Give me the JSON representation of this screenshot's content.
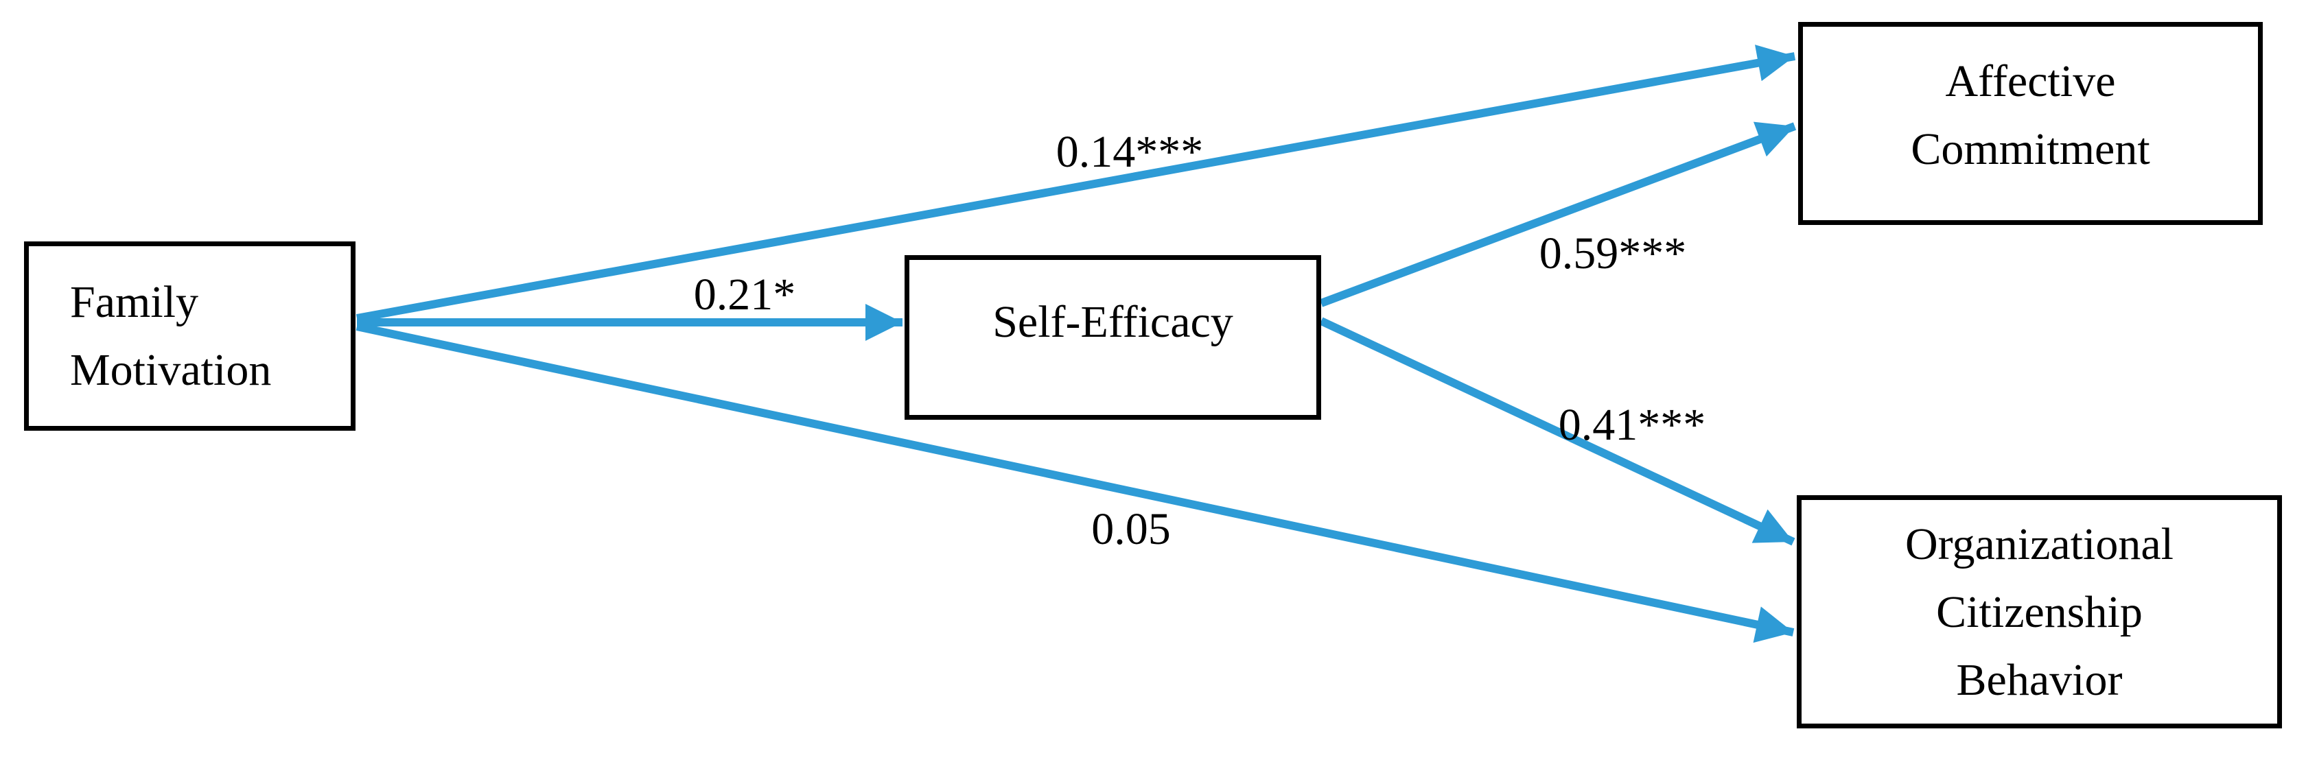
{
  "diagram": {
    "type": "path-diagram",
    "arrow_color": "#2E9BD6",
    "box_border_color": "#000000",
    "nodes": [
      {
        "id": "family-motivation",
        "lines": [
          "Family",
          "Motivation"
        ]
      },
      {
        "id": "self-efficacy",
        "lines": [
          "Self-Efficacy"
        ]
      },
      {
        "id": "affective-commitment",
        "lines": [
          "Affective",
          "Commitment"
        ]
      },
      {
        "id": "organizational-citizenship-behavior",
        "lines": [
          "Organizational",
          "Citizenship",
          "Behavior"
        ]
      }
    ],
    "edges": [
      {
        "from": "Family Motivation",
        "to": "Affective Commitment",
        "coefficient": "0.14***"
      },
      {
        "from": "Family Motivation",
        "to": "Self-Efficacy",
        "coefficient": "0.21*"
      },
      {
        "from": "Family Motivation",
        "to": "Organizational Citizenship Behavior",
        "coefficient": "0.05"
      },
      {
        "from": "Self-Efficacy",
        "to": "Affective Commitment",
        "coefficient": "0.59***"
      },
      {
        "from": "Self-Efficacy",
        "to": "Organizational Citizenship Behavior",
        "coefficient": "0.41***"
      }
    ]
  }
}
